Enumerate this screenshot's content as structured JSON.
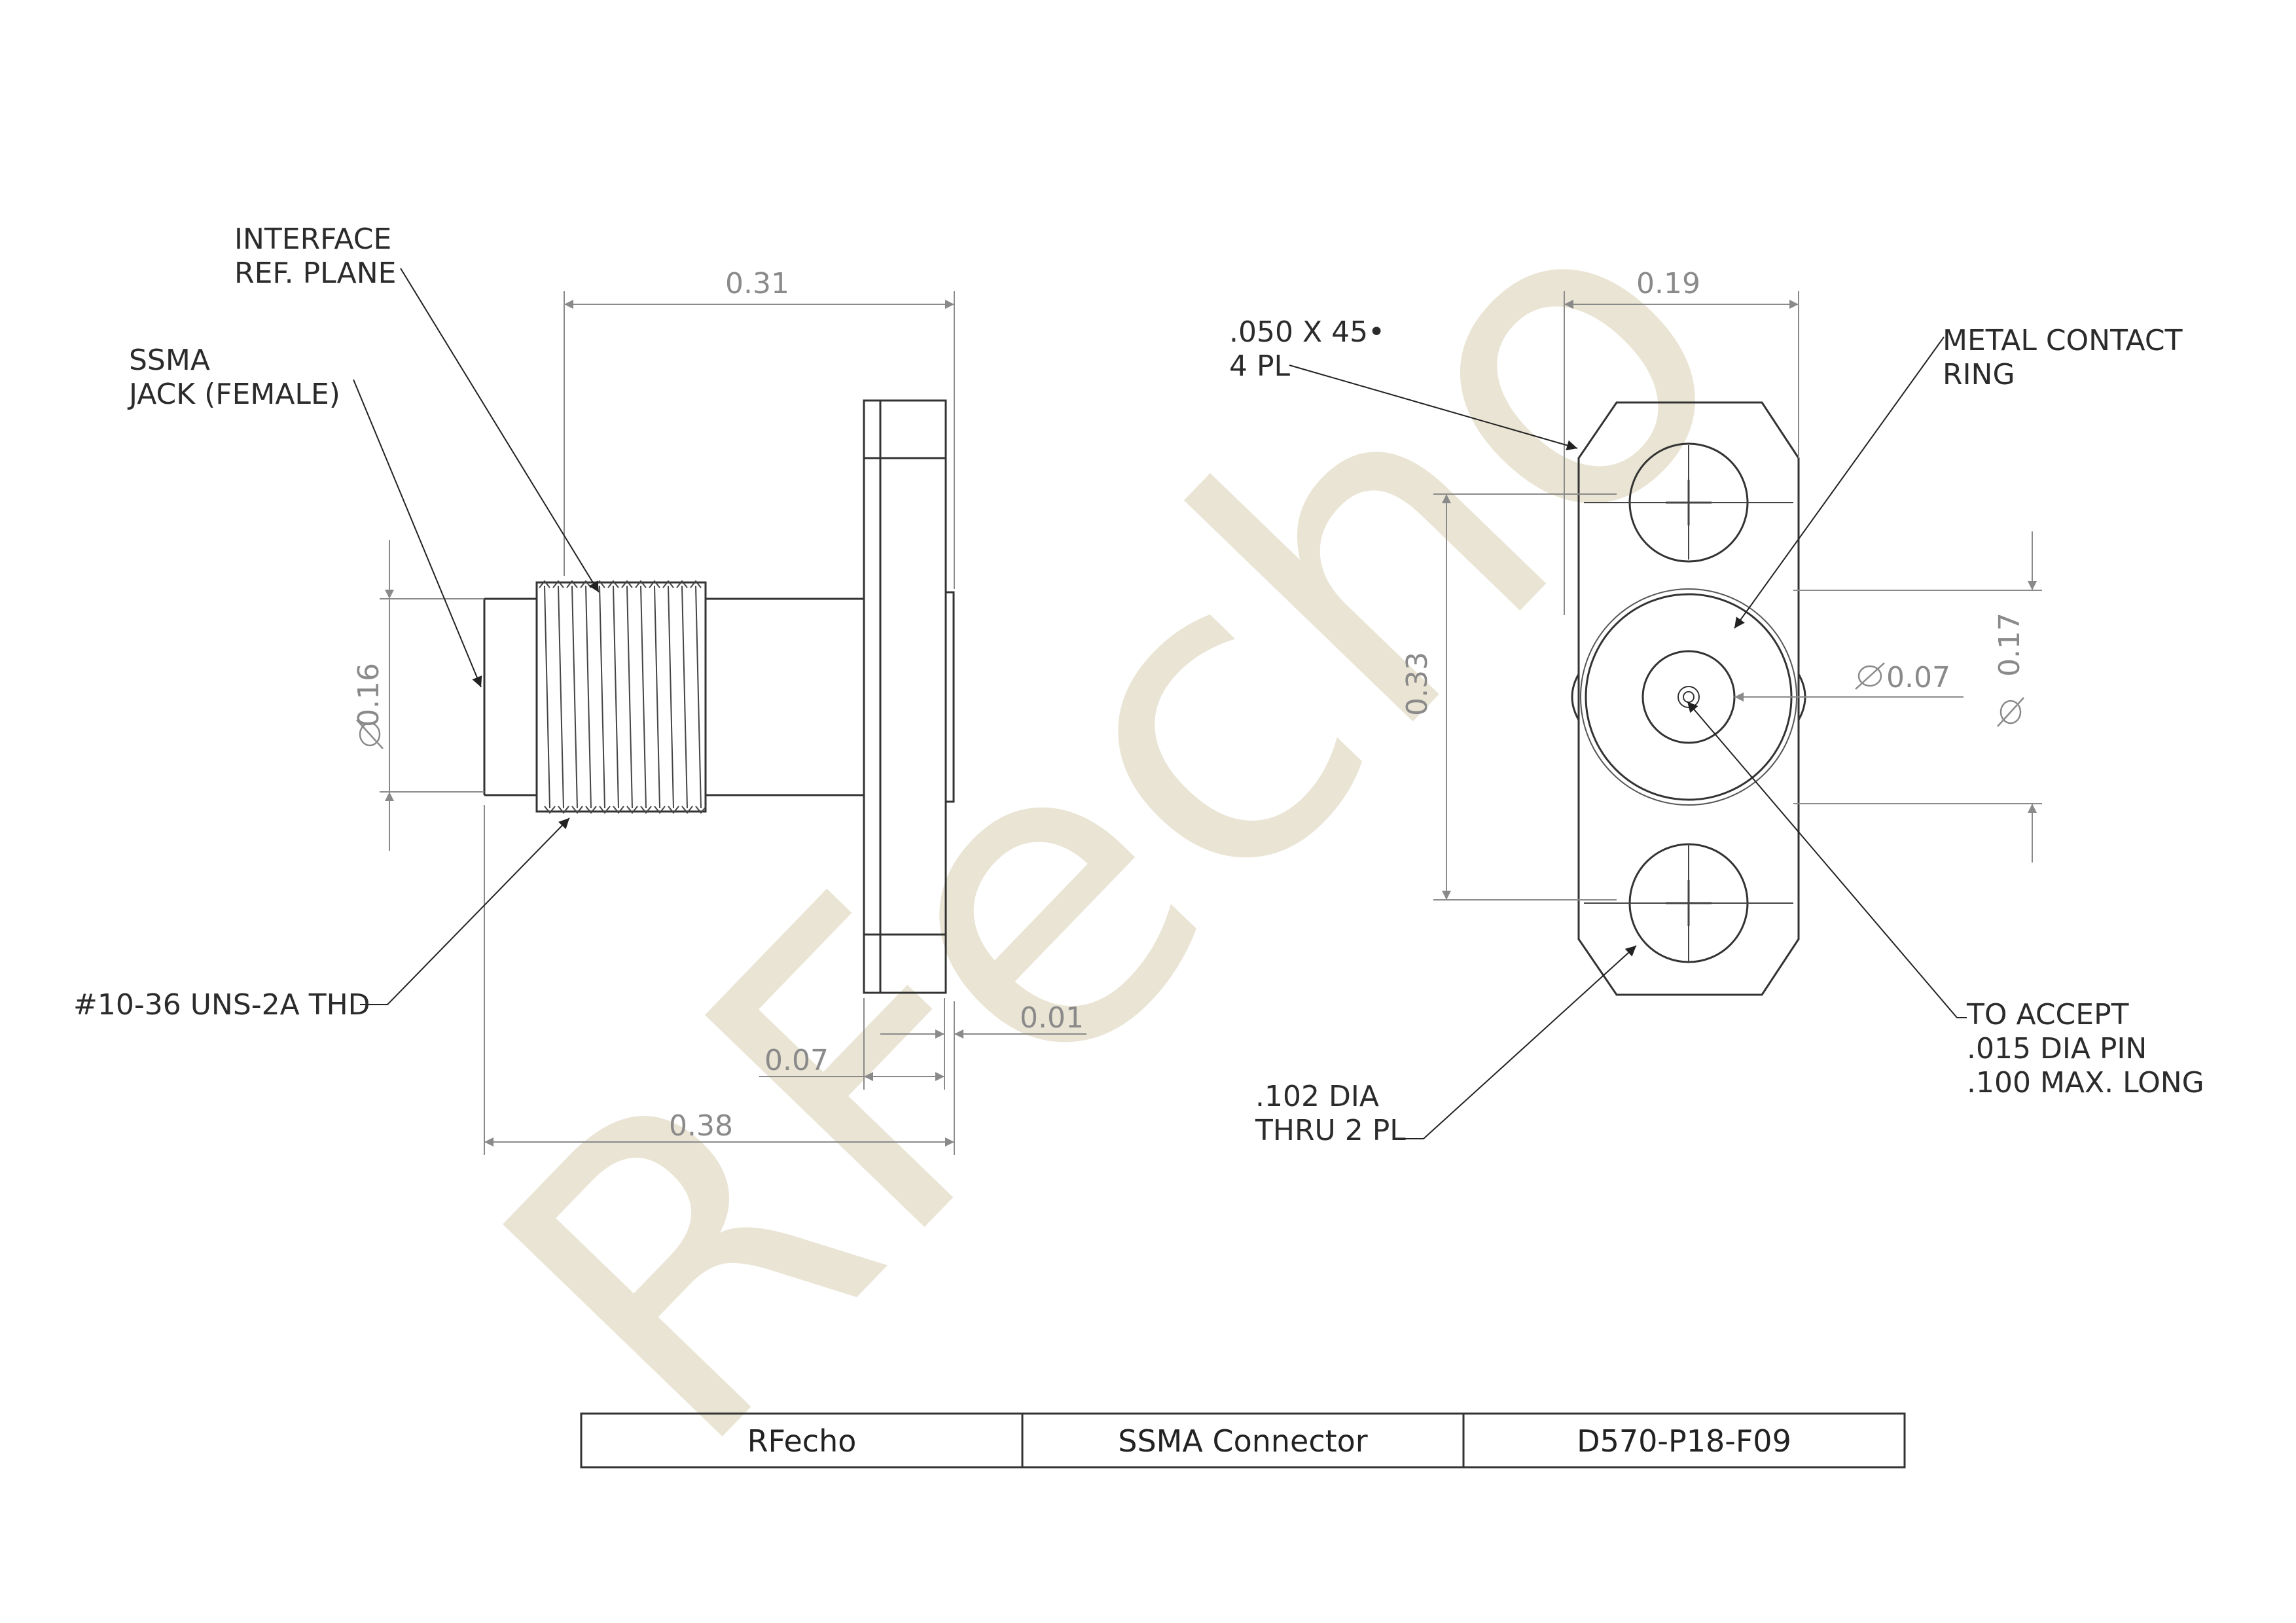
{
  "watermark": "RFecho",
  "side_view": {
    "interface_label": [
      "INTERFACE",
      "REF. PLANE"
    ],
    "jack_label": [
      "SSMA",
      "JACK (FEMALE)"
    ],
    "thread_label": "#10-36 UNS-2A THD",
    "dims": {
      "top_length": "0.31",
      "diameter": "0.16",
      "flange_gap": "0.01",
      "flange_thickness": "0.07",
      "overall_length": "0.38"
    }
  },
  "front_view": {
    "chamfer_label": [
      ".050 X 45•",
      "4 PL"
    ],
    "ring_label": [
      "METAL CONTACT",
      "RING"
    ],
    "pin_label": [
      "TO ACCEPT",
      ".015 DIA PIN",
      ".100 MAX. LONG"
    ],
    "hole_label": [
      ".102 DIA",
      "THRU 2 PL"
    ],
    "dims": {
      "width": "0.19",
      "hole_spacing": "0.33",
      "pin_diameter": "0.07",
      "ring_diameter": "0.17"
    }
  },
  "title_block": {
    "company": "RFecho",
    "description": "SSMA Connector",
    "part_number": "D570-P18-F09"
  },
  "colors": {
    "line": "#333333",
    "dim_line": "#8a8a8a",
    "watermark": "#e9e4d3"
  }
}
